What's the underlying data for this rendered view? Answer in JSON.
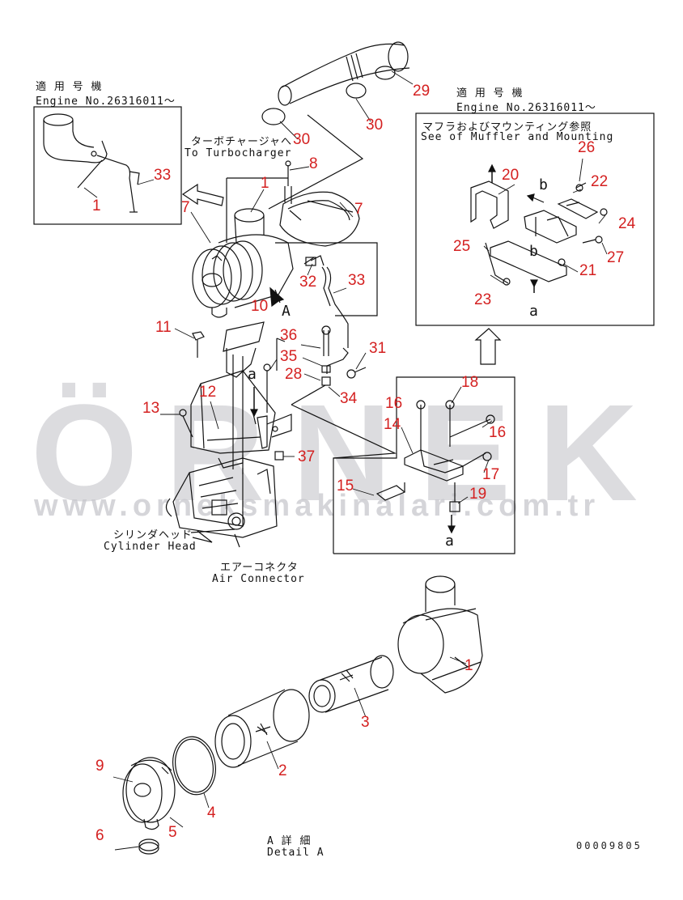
{
  "watermark": {
    "brand": "ÖRNEK",
    "url": "www.orneksmakinalari.com.tr"
  },
  "notes": {
    "left_applicable_jp": "適 用 号 機",
    "left_applicable_en": "Engine No.26316011～",
    "right_applicable_jp": "適 用 号 機",
    "right_applicable_en": "Engine No.26316011～",
    "turbo_jp": "ターボチャージャへ",
    "turbo_en": "To Turbocharger",
    "muffler_jp": "マフラおよびマウンティング参照",
    "muffler_en": "See of Muffler and Mounting",
    "cylinder_jp": "シリンダヘッド",
    "cylinder_en": "Cylinder Head",
    "air_jp": "エアーコネクタ",
    "air_en": "Air Connector",
    "detail_jp": "A 詳 細",
    "detail_en": "Detail A",
    "detail_marker": "A",
    "drawing_ref": "00009805"
  },
  "letters": {
    "a1": "a",
    "a2": "a",
    "a3": "a",
    "b1": "b",
    "b2": "b"
  },
  "part_numbers": {
    "p1_inset": "1",
    "p33_inset": "33",
    "p7_left": "7",
    "p1_top": "1",
    "p8": "8",
    "p7_right": "7",
    "p30_left": "30",
    "p30_right": "30",
    "p29": "29",
    "p32": "32",
    "p33": "33",
    "p10": "10",
    "p11": "11",
    "p36": "36",
    "p31": "31",
    "p35": "35",
    "p28": "28",
    "p34": "34",
    "p12": "12",
    "p13": "13",
    "p37": "37",
    "p18": "18",
    "p16a": "16",
    "p14": "14",
    "p16b": "16",
    "p15": "15",
    "p17": "17",
    "p19": "19",
    "p26": "26",
    "p20": "20",
    "p22": "22",
    "p24": "24",
    "p25": "25",
    "p27": "27",
    "p21": "21",
    "p23": "23",
    "p1_detail": "1",
    "p3": "3",
    "p2": "2",
    "p9": "9",
    "p4": "4",
    "p5": "5",
    "p6": "6"
  },
  "colors": {
    "callout": "#d42020",
    "line": "#111111",
    "watermark": "#c7c7cd"
  }
}
